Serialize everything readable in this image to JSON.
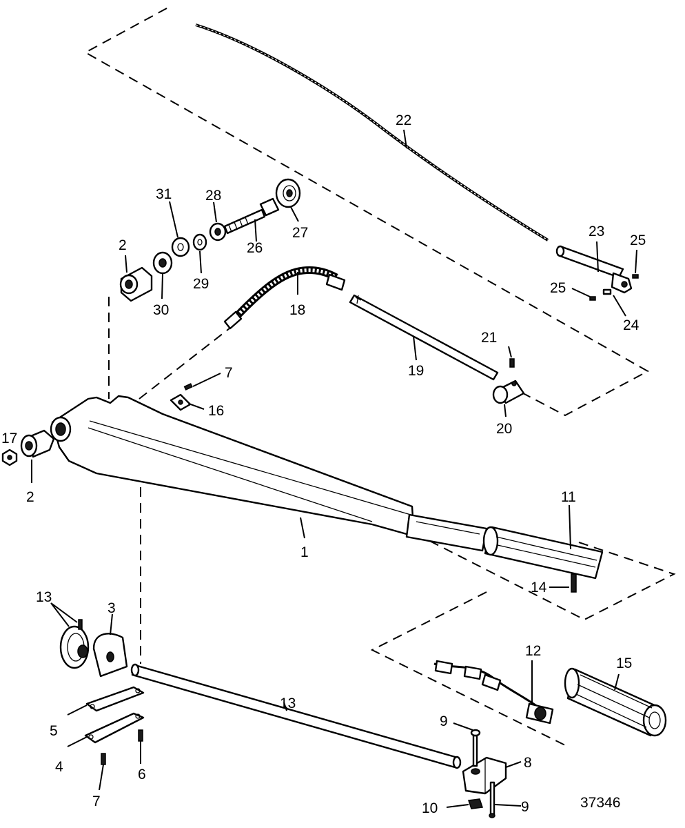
{
  "drawing_number": "37346",
  "callouts": [
    {
      "id": "c1",
      "label": "1"
    },
    {
      "id": "c2a",
      "label": "2"
    },
    {
      "id": "c2b",
      "label": "2"
    },
    {
      "id": "c3",
      "label": "3"
    },
    {
      "id": "c4",
      "label": "4"
    },
    {
      "id": "c5",
      "label": "5"
    },
    {
      "id": "c6",
      "label": "6"
    },
    {
      "id": "c7a",
      "label": "7"
    },
    {
      "id": "c7b",
      "label": "7"
    },
    {
      "id": "c8",
      "label": "8"
    },
    {
      "id": "c9a",
      "label": "9"
    },
    {
      "id": "c9b",
      "label": "9"
    },
    {
      "id": "c10",
      "label": "10"
    },
    {
      "id": "c11",
      "label": "11"
    },
    {
      "id": "c12",
      "label": "12"
    },
    {
      "id": "c13a",
      "label": "13"
    },
    {
      "id": "c13b",
      "label": "13"
    },
    {
      "id": "c14",
      "label": "14"
    },
    {
      "id": "c15",
      "label": "15"
    },
    {
      "id": "c16",
      "label": "16"
    },
    {
      "id": "c17",
      "label": "17"
    },
    {
      "id": "c18",
      "label": "18"
    },
    {
      "id": "c19",
      "label": "19"
    },
    {
      "id": "c20",
      "label": "20"
    },
    {
      "id": "c21",
      "label": "21"
    },
    {
      "id": "c22",
      "label": "22"
    },
    {
      "id": "c23",
      "label": "23"
    },
    {
      "id": "c24",
      "label": "24"
    },
    {
      "id": "c25a",
      "label": "25"
    },
    {
      "id": "c25b",
      "label": "25"
    },
    {
      "id": "c26",
      "label": "26"
    },
    {
      "id": "c27",
      "label": "27"
    },
    {
      "id": "c28",
      "label": "28"
    },
    {
      "id": "c29",
      "label": "29"
    },
    {
      "id": "c30",
      "label": "30"
    },
    {
      "id": "c31",
      "label": "31"
    }
  ]
}
